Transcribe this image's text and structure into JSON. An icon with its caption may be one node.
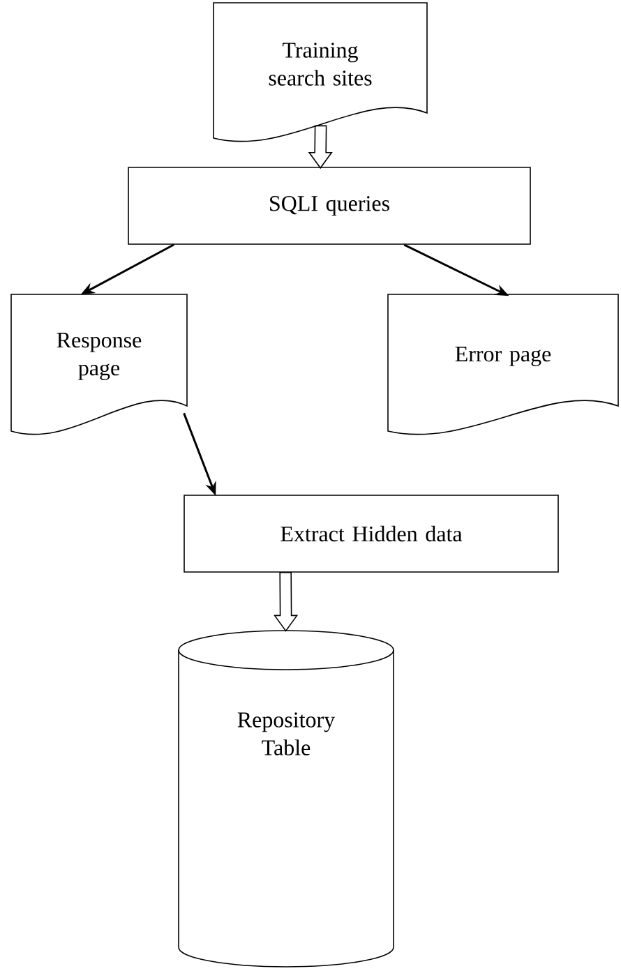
{
  "diagram": {
    "nodes": [
      {
        "text": [
          "Training search sites"
        ]
      },
      {
        "text": [
          "SQLI queries"
        ]
      },
      {
        "text": [
          "Response page"
        ]
      },
      {
        "text": [
          "Error page"
        ]
      },
      {
        "text": [
          "Extract Hidden data"
        ]
      },
      {
        "text": [
          "Repository Table"
        ]
      }
    ],
    "edges": [
      {
        "from": 0,
        "to": 1,
        "arrow": "to"
      },
      {
        "from": 1,
        "to": 2,
        "arrow": "to"
      },
      {
        "from": 1,
        "to": 3,
        "arrow": "to"
      },
      {
        "from": 2,
        "to": 4,
        "arrow": "to"
      },
      {
        "from": 4,
        "to": 5,
        "arrow": "to"
      }
    ]
  }
}
